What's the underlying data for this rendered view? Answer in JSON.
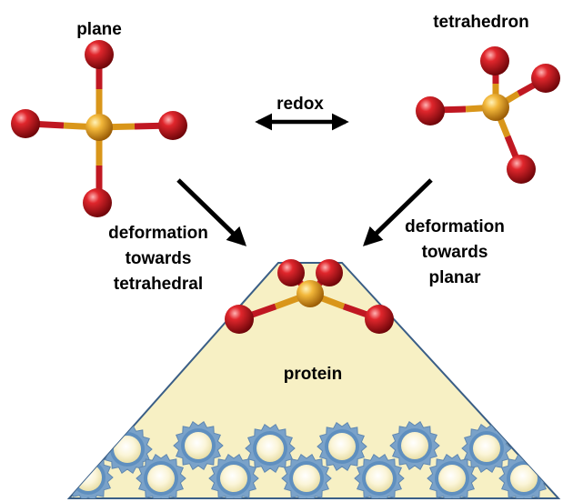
{
  "labels": {
    "plane": "plane",
    "tetrahedron": "tetrahedron",
    "redox": "redox",
    "left_deformation": [
      "deformation",
      "towards",
      "tetrahedral"
    ],
    "right_deformation": [
      "deformation",
      "towards",
      "planar"
    ],
    "protein": "protein"
  },
  "colors": {
    "metal_atom": "#e3a21f",
    "ligand_atom": "#c8141c",
    "bond_gold": "#d9961a",
    "bond_red": "#c01822",
    "protein_fill": "#f7f0c4",
    "protein_border": "#3a5e86",
    "gear": "#7aa2c9",
    "gear_core": "#fbf7de",
    "arrow": "#000000"
  }
}
